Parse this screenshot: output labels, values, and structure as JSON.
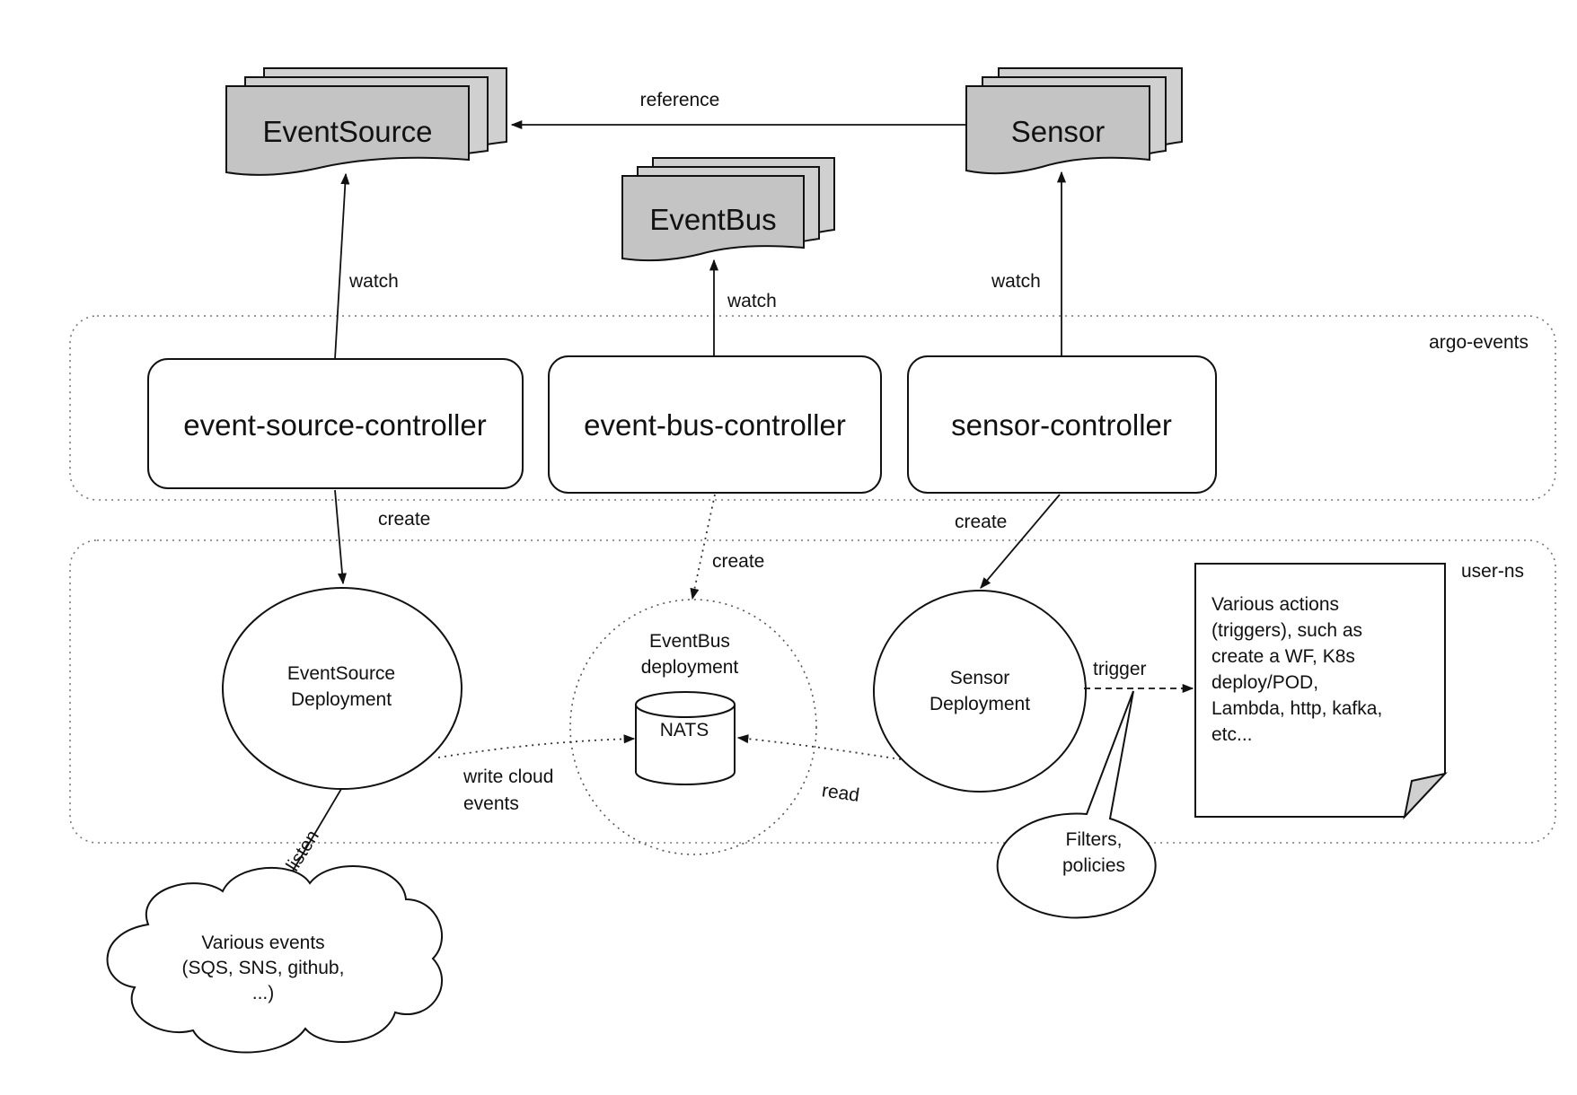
{
  "diagram": {
    "crds": {
      "event_source": "EventSource",
      "event_bus": "EventBus",
      "sensor": "Sensor"
    },
    "controllers": {
      "event_source": "event-source-controller",
      "event_bus": "event-bus-controller",
      "sensor": "sensor-controller"
    },
    "namespaces": {
      "argo_events": "argo-events",
      "user_ns": "user-ns"
    },
    "deployments": {
      "event_source_line1": "EventSource",
      "event_source_line2": "Deployment",
      "event_bus_line1": "EventBus",
      "event_bus_line2": "deployment",
      "nats": "NATS",
      "sensor_line1": "Sensor",
      "sensor_line2": "Deployment"
    },
    "edges": {
      "reference": "reference",
      "watch_event_source": "watch",
      "watch_event_bus": "watch",
      "watch_sensor": "watch",
      "create_event_source": "create",
      "create_event_bus": "create",
      "create_sensor": "create",
      "write_line1": "write cloud",
      "write_line2": "events",
      "read": "read",
      "listen": "listen",
      "trigger": "trigger"
    },
    "events_cloud": {
      "line1": "Various events",
      "line2": "(SQS, SNS, github,",
      "line3": "...)"
    },
    "filters_bubble": {
      "line1": "Filters,",
      "line2": "policies"
    },
    "actions_note": {
      "lines": [
        "Various actions",
        "(triggers), such as",
        "create a WF, K8s",
        "deploy/POD,",
        "Lambda, http, kafka,",
        "etc..."
      ]
    }
  }
}
